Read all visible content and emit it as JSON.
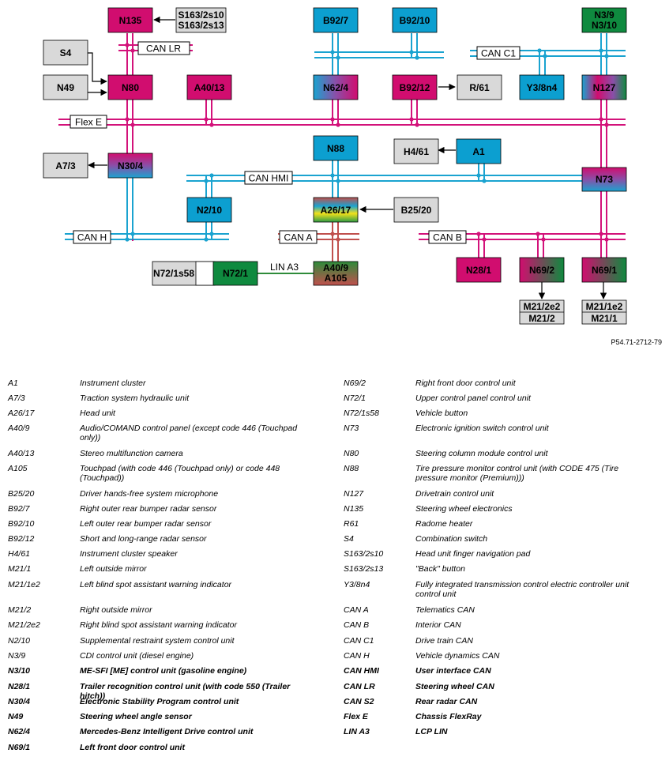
{
  "reference": "P54.71-2712-79",
  "bus_labels": {
    "can_lr": "CAN LR",
    "can_c1": "CAN C1",
    "flex_e": "Flex E",
    "can_hmi": "CAN HMI",
    "can_h": "CAN H",
    "can_a": "CAN A",
    "can_b": "CAN B",
    "lin_a3": "LIN A3"
  },
  "nodes": {
    "n135": "N135",
    "s163": [
      "S163/2s10",
      "S163/2s13"
    ],
    "s4": "S4",
    "n49": "N49",
    "n80": "N80",
    "a40_13": "A40/13",
    "b92_7": "B92/7",
    "b92_10": "B92/10",
    "n3_9": [
      "N3/9",
      "N3/10"
    ],
    "n62_4": "N62/4",
    "b92_12": "B92/12",
    "r61": "R/61",
    "y3_8n4": "Y3/8n4",
    "n127": "N127",
    "n88": "N88",
    "h4_61": "H4/61",
    "a1": "A1",
    "a7_3": "A7/3",
    "n30_4": "N30/4",
    "n73": "N73",
    "n2_10": "N2/10",
    "a26_17": "A26/17",
    "b25_20": "B25/20",
    "n72_1s58": "N72/1s58",
    "n72_1": "N72/1",
    "a40_9": [
      "A40/9",
      "A105"
    ],
    "n28_1": "N28/1",
    "n69_2": "N69/2",
    "n69_1": "N69/1",
    "m21_2": [
      "M21/2e2",
      "M21/2"
    ],
    "m21_1": [
      "M21/1e2",
      "M21/1"
    ]
  },
  "legend_left": [
    {
      "code": "A1",
      "desc": "Instrument cluster"
    },
    {
      "code": "A7/3",
      "desc": "Traction system hydraulic unit"
    },
    {
      "code": "A26/17",
      "desc": "Head unit"
    },
    {
      "code": "A40/9",
      "desc": "Audio/COMAND control panel (except code 446 (Touchpad only))"
    },
    {
      "code": "A40/13",
      "desc": "Stereo multifunction camera"
    },
    {
      "code": "A105",
      "desc": "Touchpad (with code 446 (Touchpad only) or code 448 (Touchpad))"
    },
    {
      "code": "B25/20",
      "desc": "Driver hands-free system microphone"
    },
    {
      "code": "B92/7",
      "desc": "Right outer rear bumper radar sensor"
    },
    {
      "code": "B92/10",
      "desc": "Left outer rear bumper radar sensor"
    },
    {
      "code": "B92/12",
      "desc": "Short and long-range radar sensor"
    },
    {
      "code": "H4/61",
      "desc": "Instrument cluster speaker"
    },
    {
      "code": "M21/1",
      "desc": "Left outside mirror"
    },
    {
      "code": "M21/1e2",
      "desc": "Left blind spot assistant warning indicator"
    },
    {
      "code": "M21/2",
      "desc": "Right outside mirror"
    },
    {
      "code": "M21/2e2",
      "desc": "Right blind spot assistant warning indicator"
    },
    {
      "code": "N2/10",
      "desc": "Supplemental restraint system control unit"
    },
    {
      "code": "N3/9",
      "desc": "CDI control unit (diesel engine)"
    },
    {
      "code": "N3/10",
      "desc": "ME-SFI [ME] control unit (gasoline engine)"
    },
    {
      "code": "N28/1",
      "desc": "Trailer recognition control unit (with code 550 (Trailer hitch))"
    },
    {
      "code": "N30/4",
      "desc": "Electronic Stability Program control unit"
    },
    {
      "code": "N49",
      "desc": "Steering wheel angle sensor"
    },
    {
      "code": "N62/4",
      "desc": "Mercedes-Benz Intelligent Drive control unit"
    },
    {
      "code": "N69/1",
      "desc": "Left front door control unit"
    }
  ],
  "legend_right": [
    {
      "code": "N69/2",
      "desc": "Right front door control unit"
    },
    {
      "code": "N72/1",
      "desc": "Upper control panel control unit"
    },
    {
      "code": "N72/1s58",
      "desc": "Vehicle button"
    },
    {
      "code": "N73",
      "desc": "Electronic ignition switch control unit"
    },
    {
      "code": "N80",
      "desc": "Steering column module control unit"
    },
    {
      "code": "N88",
      "desc": "Tire pressure monitor control unit (with CODE 475 (Tire pressure monitor (Premium)))"
    },
    {
      "code": "N127",
      "desc": "Drivetrain control unit"
    },
    {
      "code": "N135",
      "desc": "Steering wheel electronics"
    },
    {
      "code": "R61",
      "desc": "Radome heater"
    },
    {
      "code": "S4",
      "desc": "Combination switch"
    },
    {
      "code": "S163/2s10",
      "desc": "Head unit finger navigation pad"
    },
    {
      "code": "S163/2s13",
      "desc": "\"Back\" button"
    },
    {
      "code": "Y3/8n4",
      "desc": "Fully integrated transmission control electric controller unit control unit"
    },
    {
      "code": "CAN A",
      "desc": "Telematics CAN"
    },
    {
      "code": "CAN B",
      "desc": "Interior CAN"
    },
    {
      "code": "CAN C1",
      "desc": "Drive train CAN"
    },
    {
      "code": "CAN H",
      "desc": "Vehicle dynamics CAN"
    },
    {
      "code": "CAN HMI",
      "desc": "User interface CAN"
    },
    {
      "code": "CAN LR",
      "desc": "Steering wheel CAN"
    },
    {
      "code": "CAN S2",
      "desc": "Rear radar CAN"
    },
    {
      "code": "Flex E",
      "desc": "Chassis FlexRay"
    },
    {
      "code": "LIN A3",
      "desc": "LCP LIN"
    }
  ],
  "colors": {
    "flexray": "#d3127a",
    "can_blue": "#1aa3d0",
    "can_a": "#c0504d",
    "lin": "#2e8b3a",
    "magenta_node": "#d10d6f",
    "blue_node": "#0c9fd0",
    "green_node": "#0f8a3f",
    "gray_node": "#d9d9d9"
  }
}
